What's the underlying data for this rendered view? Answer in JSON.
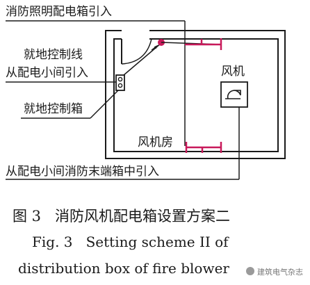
{
  "diagram": {
    "labels": {
      "lighting_feed": "消防照明配电箱引入",
      "local_control_line_1": "就地控制线",
      "local_control_line_2": "从配电小间引入",
      "local_control_box": "就地控制箱",
      "fan": "风机",
      "fan_room": "风机房",
      "terminal_feed": "从配电小间消防末端箱中引入"
    },
    "colors": {
      "ink": "#1a1a1a",
      "accent": "#c8195a"
    }
  },
  "caption": {
    "cn": "图 3   消防风机配电箱设置方案二",
    "en_line1": "Fig. 3   Setting scheme II of",
    "en_line2": "distribution box of fire blower"
  },
  "watermark": {
    "text": "建筑电气杂志"
  }
}
